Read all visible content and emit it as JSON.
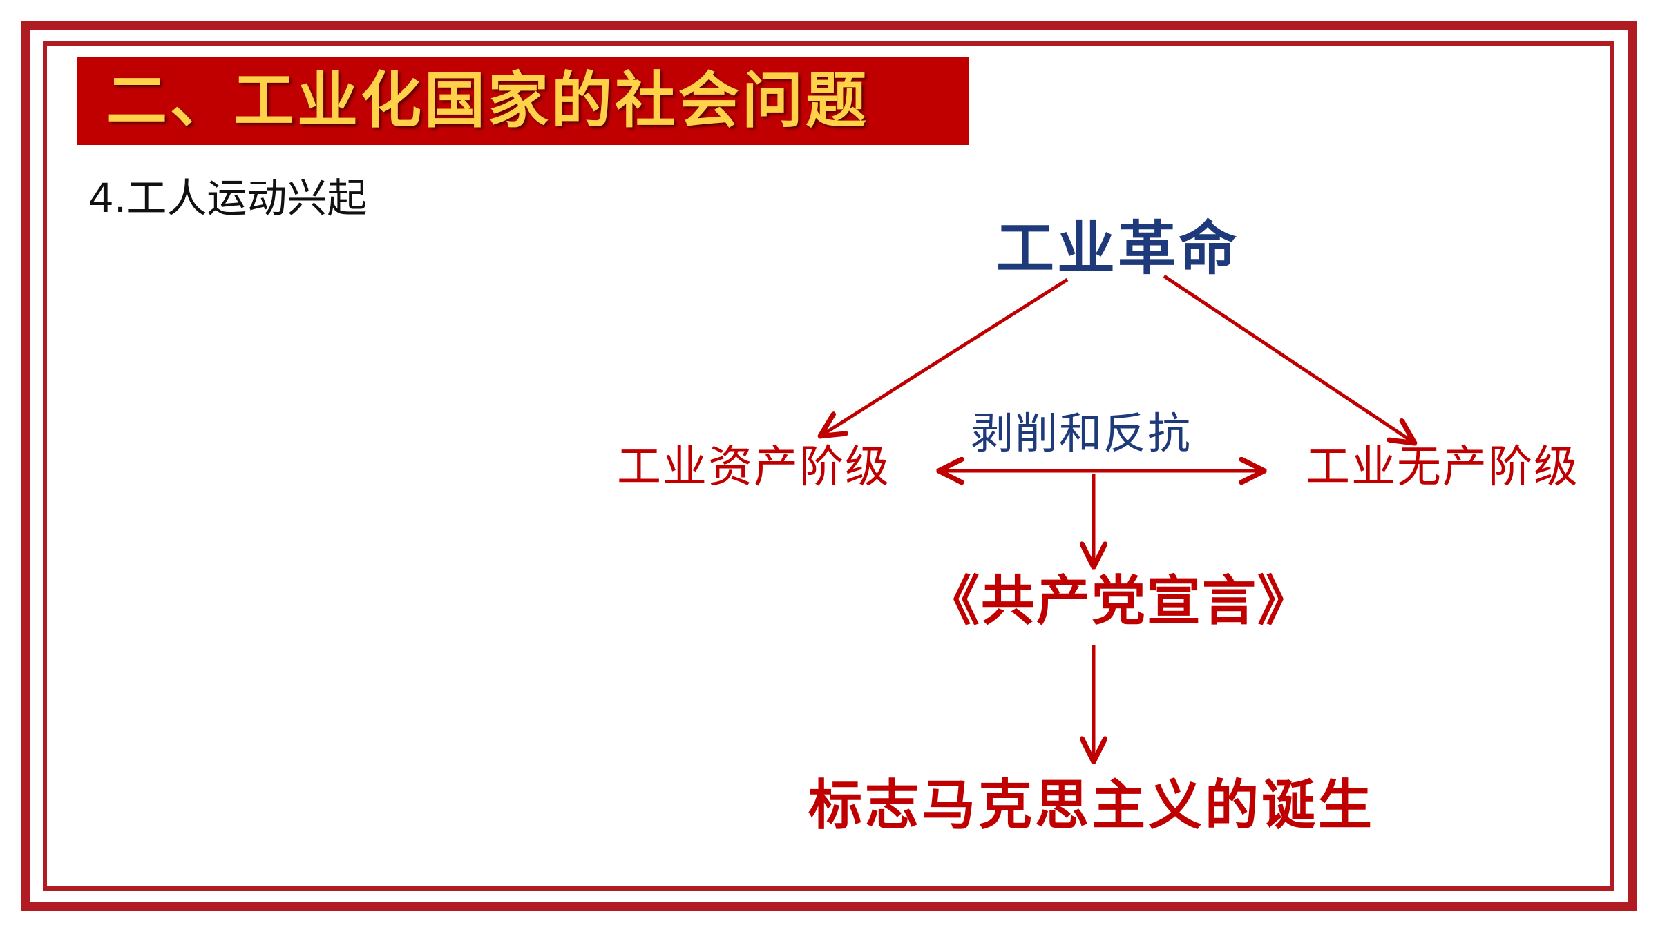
{
  "slide": {
    "title": "二、工业化国家的社会问题",
    "subtitle": "4.工人运动兴起"
  },
  "diagram": {
    "nodes": {
      "revolution": "工业革命",
      "bourgeoisie": "工业资产阶级",
      "proletariat": "工业无产阶级",
      "exploitation": "剥削和反抗",
      "manifesto": "《共产党宣言》",
      "marxism": "标志马克思主义的诞生"
    },
    "edges": [
      {
        "from": "revolution",
        "to": "bourgeoisie"
      },
      {
        "from": "revolution",
        "to": "proletariat"
      },
      {
        "from": "bourgeoisie",
        "to": "proletariat",
        "bidirectional": true
      },
      {
        "from": "exploitation",
        "to": "manifesto"
      },
      {
        "from": "manifesto",
        "to": "marxism"
      }
    ]
  },
  "colors": {
    "frame": "#b01c21",
    "title_bg": "#c00000",
    "title_text": "#ffd24a",
    "arrow": "#c00000",
    "navy_text": "#1f3a7a",
    "red_text": "#c00000"
  }
}
